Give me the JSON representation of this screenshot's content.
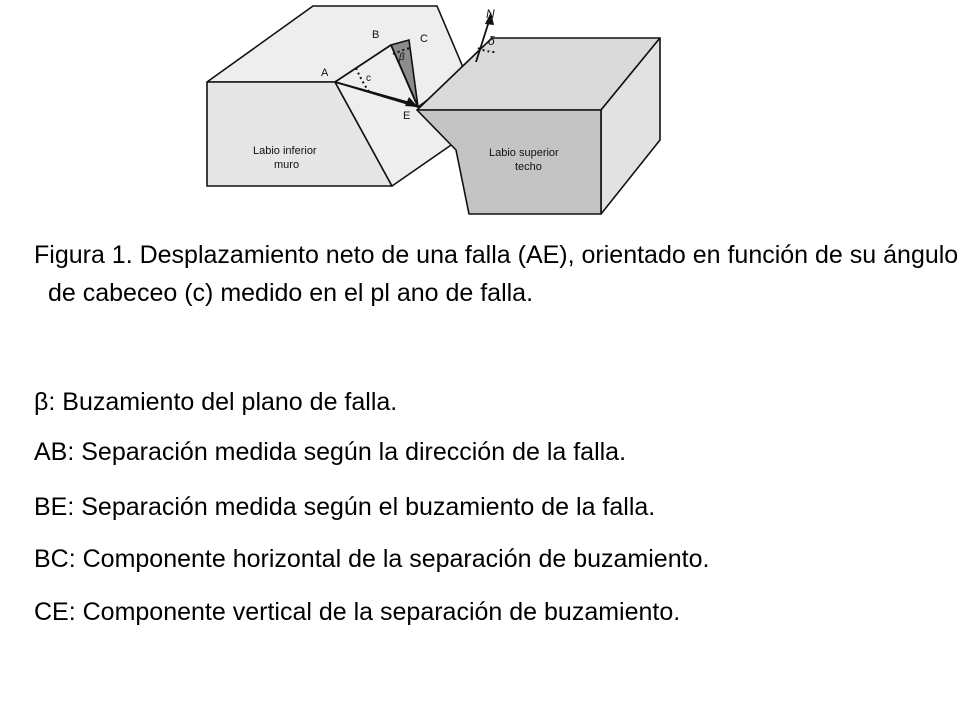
{
  "diagram": {
    "labels": {
      "a": "A",
      "b": "B",
      "c_point": "C",
      "e": "E",
      "north": "N",
      "rake": "c",
      "beta": "β",
      "delta": "δ",
      "footwall_line1": "Labio inferior",
      "footwall_line2": "muro",
      "hangingwall_line1": "Labio superior",
      "hangingwall_line2": "techo"
    },
    "colors": {
      "footwall": "#e6e6e6",
      "hangingwall": "#c4c4c4",
      "fault_plane": "#eeeeee",
      "triangle": "#8c8c8c",
      "outline": "#111111"
    }
  },
  "caption": {
    "figure": "Figura   1. Desplazamiento neto de una   falla   (AE), orientado en  función de  su  ángulo de  cabeceo  (c) medido  en  el pl ano  de  falla.",
    "lines": [
      "β:  Buzamiento  del  plano  de  falla.",
      "AB:  Separación  medida  según  la dirección  de  la  falla.",
      "BE:  Separación  medida  según  el  buzamiento  de  la  falla.",
      "BC:  Componente horizontal de la separación de buzamiento.",
      "CE: Componente vertical de la separación de buzamiento."
    ]
  }
}
